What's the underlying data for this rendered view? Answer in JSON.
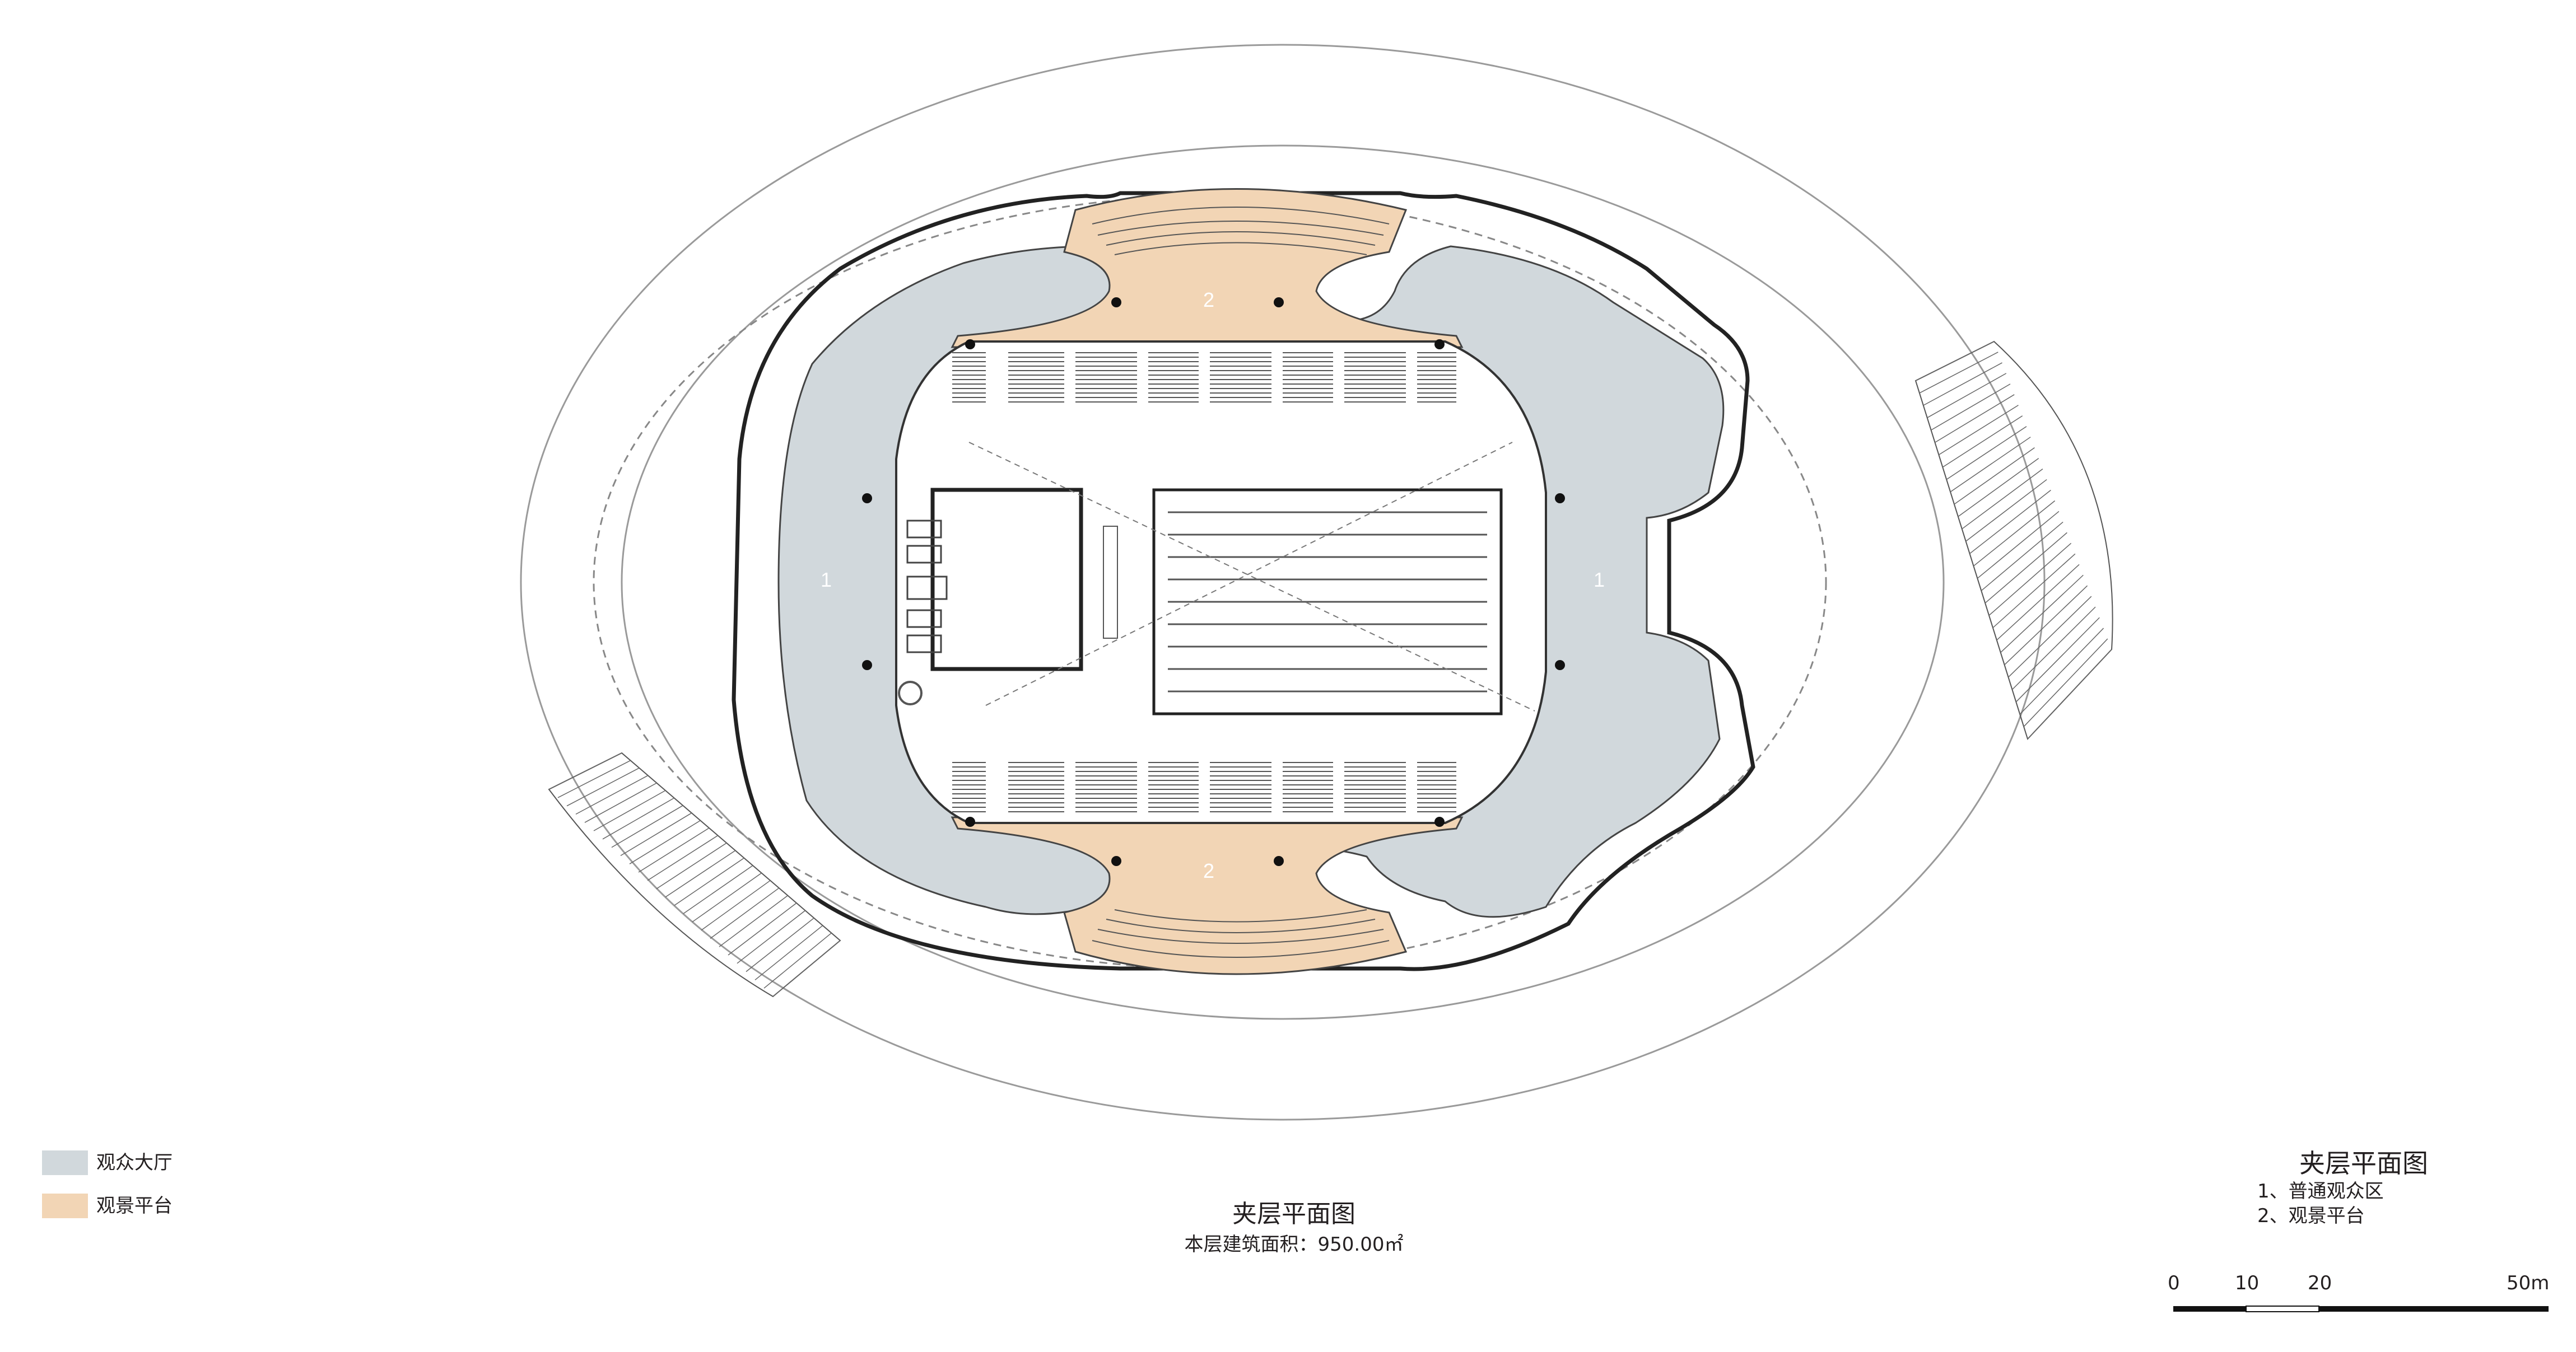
{
  "legend": [
    {
      "label": "观众大厅",
      "color": "#d1d8dc"
    },
    {
      "label": "观景平台",
      "color": "#f2d5b5"
    }
  ],
  "title": {
    "main": "夹层平面图",
    "area": "本层建筑面积：950.00㎡"
  },
  "notes": {
    "title": "夹层平面图",
    "items": [
      "1、普通观众区",
      "2、观景平台"
    ]
  },
  "zone_labels": {
    "hall": "1",
    "platform": "2"
  },
  "scale": {
    "ticks": [
      "0",
      "10",
      "20",
      "50m"
    ]
  },
  "colors": {
    "hall": "#d1d8dc",
    "platform": "#f2d5b5",
    "line": "#3a3a3a"
  }
}
